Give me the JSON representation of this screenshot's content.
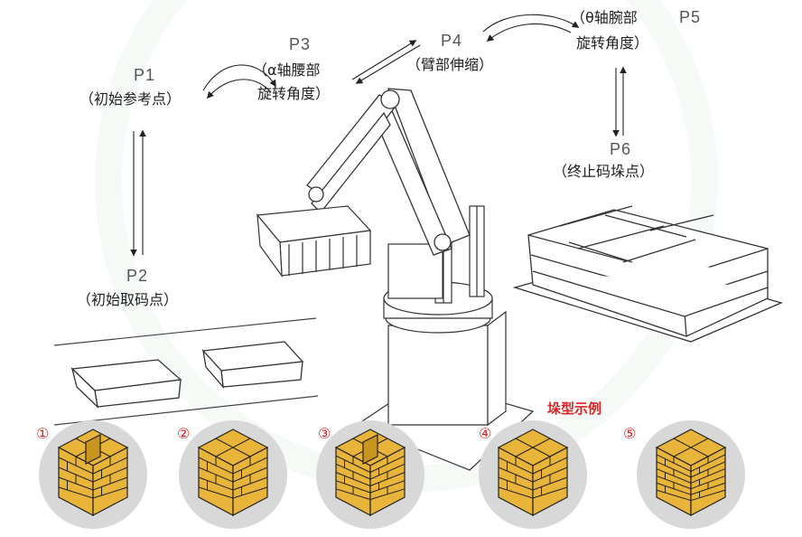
{
  "points": {
    "p1": {
      "code": "P1",
      "desc": "（初始参考点）"
    },
    "p2": {
      "code": "P2",
      "desc": "（初始取码点）"
    },
    "p3": {
      "code": "P3",
      "desc_line1": "（α轴腰部",
      "desc_line2": "旋转角度）"
    },
    "p4": {
      "code": "P4",
      "desc": "（臂部伸缩）"
    },
    "p5": {
      "code": "P5",
      "desc_line1": "（θ轴腕部",
      "desc_line2": "旋转角度）"
    },
    "p6": {
      "code": "P6",
      "desc": "（终止码垛点）"
    }
  },
  "pattern_title": "垛型示例",
  "patterns": [
    "①",
    "②",
    "③",
    "④",
    "⑤"
  ],
  "colors": {
    "brick": "#e8b43a",
    "brick_dark": "#c9951f",
    "accent_red": "#e02020",
    "line": "#333333",
    "circle": "#d8d8d8"
  }
}
